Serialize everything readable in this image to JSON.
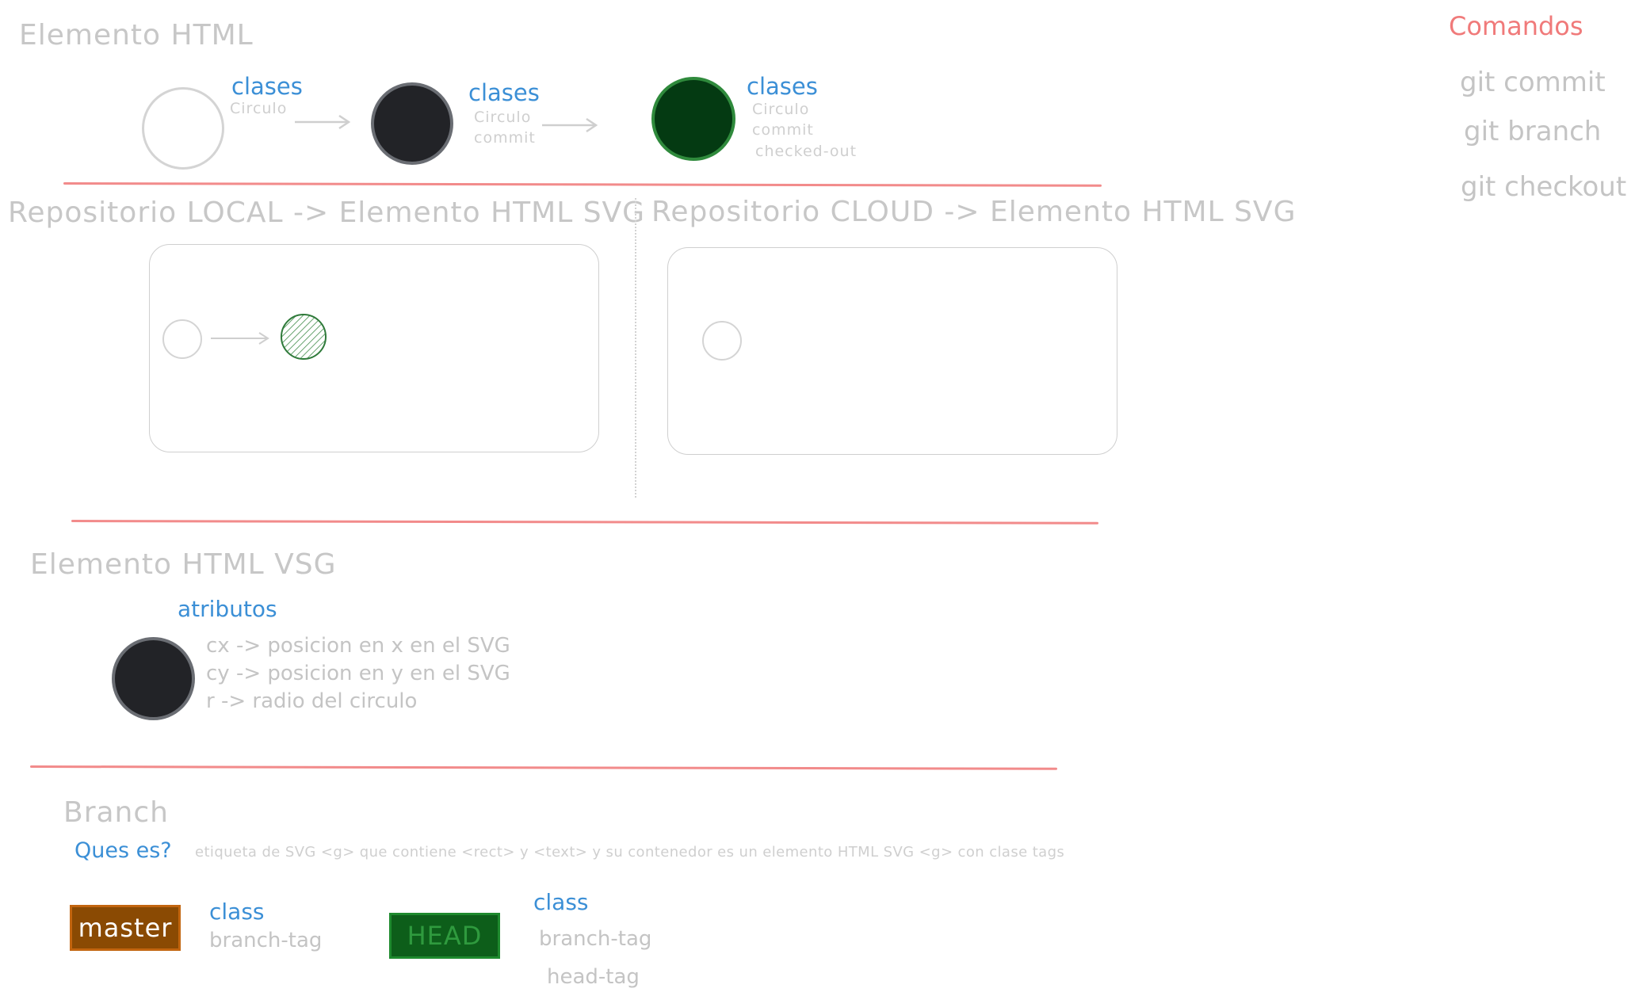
{
  "sections": {
    "html_element": {
      "title": "Elemento HTML"
    },
    "local": {
      "title": "Repositorio LOCAL -> Elemento HTML SVG"
    },
    "cloud": {
      "title": "Repositorio CLOUD -> Elemento HTML SVG"
    },
    "vsg": {
      "title": "Elemento HTML VSG"
    },
    "branch": {
      "title": "Branch"
    }
  },
  "states": [
    {
      "heading": "clases",
      "classes": [
        "Circulo"
      ]
    },
    {
      "heading": "clases",
      "classes": [
        "Circulo",
        "commit"
      ]
    },
    {
      "heading": "clases",
      "classes": [
        "Circulo",
        "commit",
        "checked-out"
      ]
    }
  ],
  "attributes": {
    "heading": "atributos",
    "lines": [
      "cx -> posicion en x en el SVG",
      "cy -> posicion en y en el SVG",
      "r -> radio del circulo"
    ]
  },
  "branch": {
    "question_label": "Ques es?",
    "answer": "etiqueta de SVG <g> que contiene <rect> y <text> y su contenedor es un elemento HTML SVG <g> con clase tags",
    "tags": [
      {
        "label": "master",
        "class_heading": "class",
        "classes": [
          "branch-tag"
        ]
      },
      {
        "label": "HEAD",
        "class_heading": "class",
        "classes": [
          "branch-tag",
          "head-tag"
        ]
      }
    ]
  },
  "commands": {
    "title": "Comandos",
    "items": [
      "git commit",
      "git branch",
      "git checkout"
    ]
  },
  "colors": {
    "accent_red": "#f07a7a",
    "blue": "#3b8fd6",
    "commit_fill": "#222327",
    "checked_out_fill": "#043a12",
    "checked_out_stroke": "#2f8a3c",
    "master_fill": "#8a4a03",
    "master_stroke": "#c2650f",
    "head_fill": "#0d5e1a",
    "head_stroke": "#1e8a2e"
  }
}
